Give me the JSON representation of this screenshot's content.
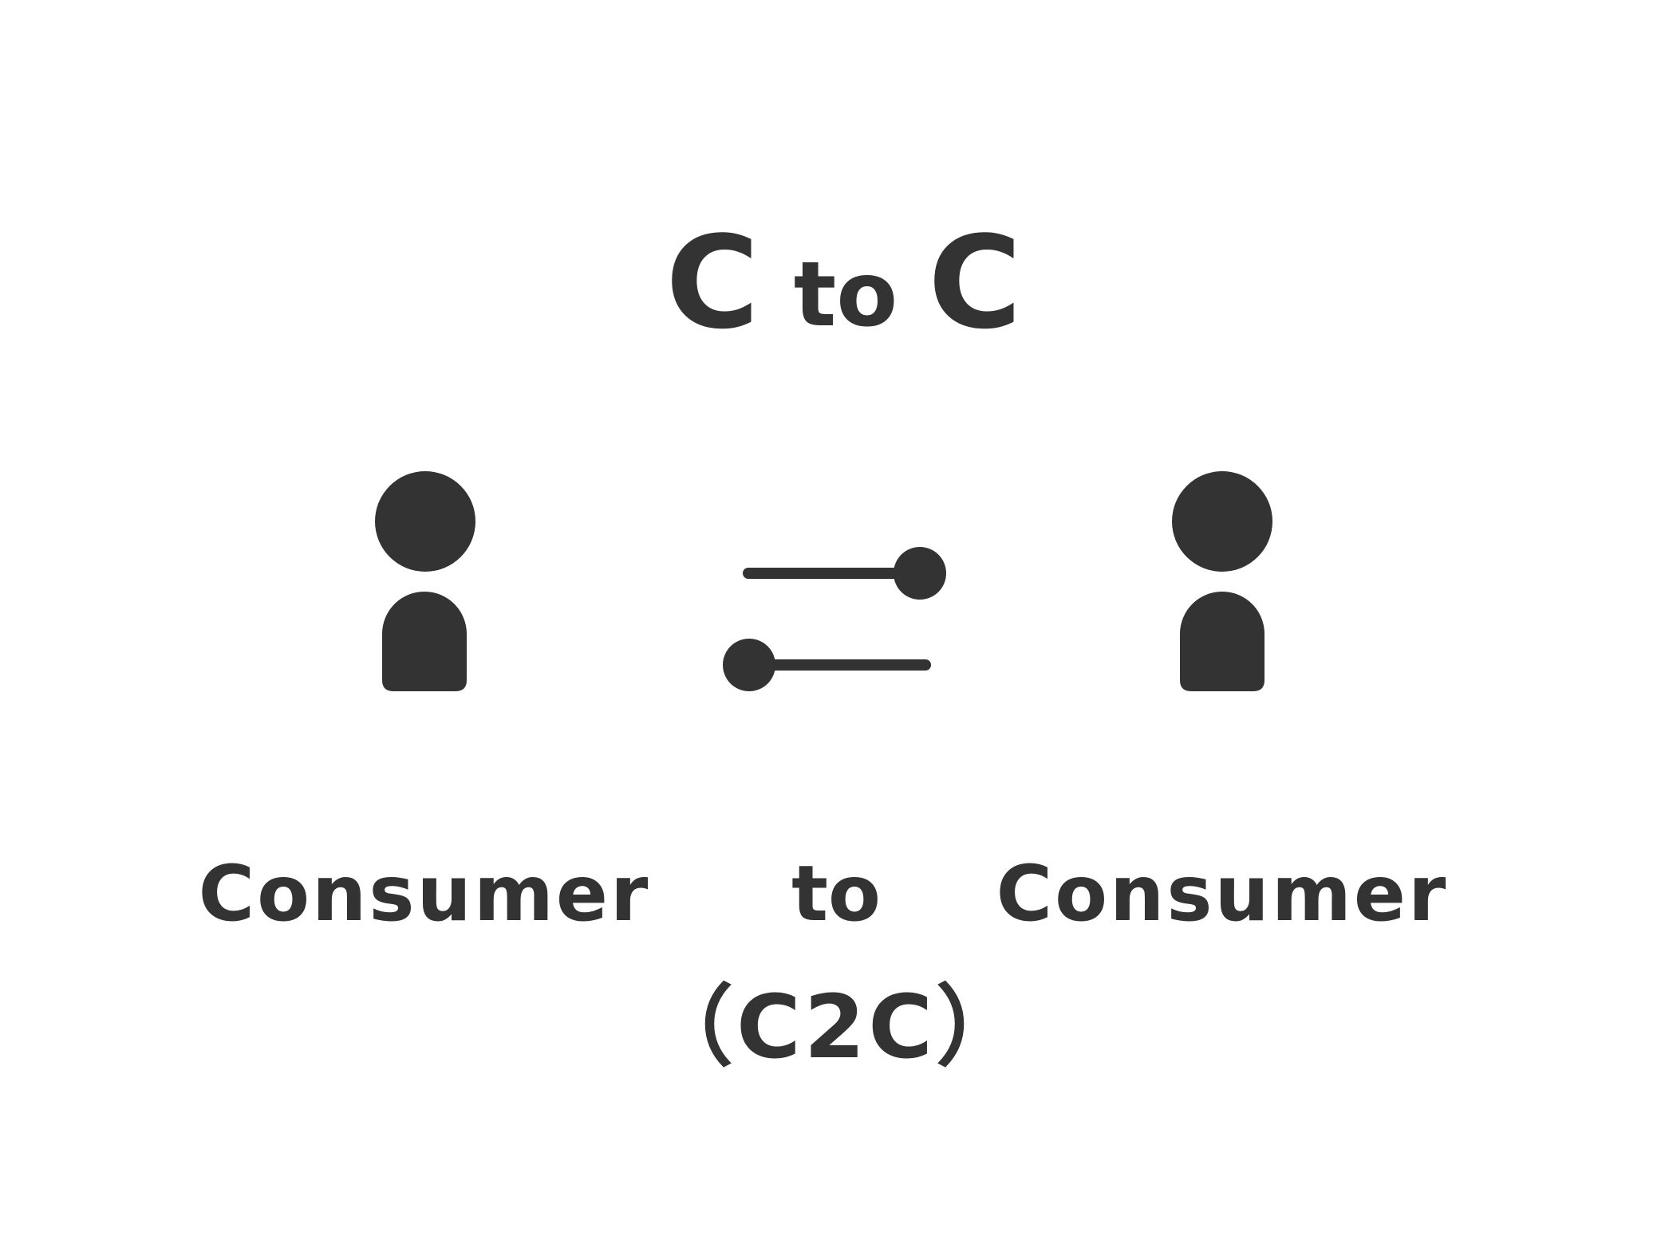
{
  "title": {
    "left_c": "C",
    "to": "to",
    "right_c": "C"
  },
  "labels": {
    "left_consumer": "Consumer",
    "middle_to": "to",
    "right_consumer": "Consumer",
    "abbreviation": "（C2C）"
  },
  "icons": {
    "left_person": "person-icon",
    "exchange": "exchange-arrows-icon",
    "right_person": "person-icon"
  },
  "colors": {
    "foreground": "#333333",
    "background": "#ffffff"
  }
}
